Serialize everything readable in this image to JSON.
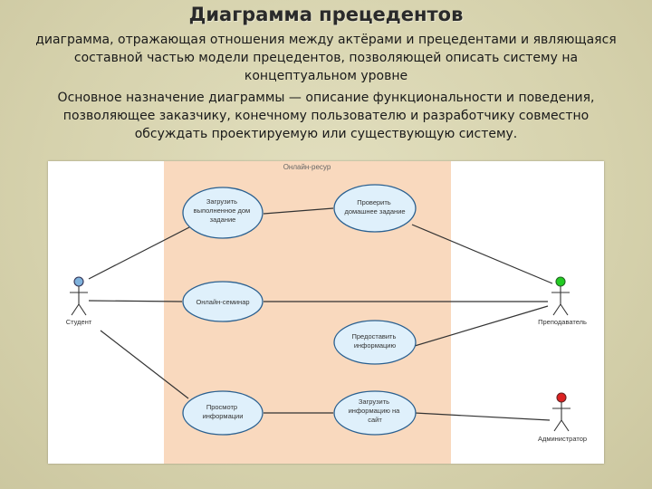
{
  "slide": {
    "title": "Диаграмма прецедентов",
    "definition_lines": [
      "диаграмма, отражающая отношения между актёрами и прецедентами и являющаяся",
      "составной частью модели прецедентов, позволяющей описать систему на",
      "концептуальном уровне"
    ],
    "purpose_lines": [
      "Основное назначение диаграммы — описание функциональности и поведения,",
      "позволяющее заказчику, конечному пользователю и разработчику совместно",
      "обсуждать проектируемую или существующую систему."
    ]
  },
  "diagram": {
    "system_label": "Онлайн-ресур",
    "actors": [
      {
        "id": "student",
        "label": "Студент",
        "head_color": "#7fb2dc"
      },
      {
        "id": "teacher",
        "label": "Преподаватель",
        "head_color": "#22cc22"
      },
      {
        "id": "admin",
        "label": "Администратор",
        "head_color": "#dd2222"
      }
    ],
    "usecases": [
      {
        "id": "upload-hw",
        "lines": [
          "Загрузить",
          "выполненное дом",
          "задание"
        ]
      },
      {
        "id": "check-hw",
        "lines": [
          "Проверить",
          "домашнее задание"
        ]
      },
      {
        "id": "seminar",
        "lines": [
          "Онлайн-семинар"
        ]
      },
      {
        "id": "provide-info",
        "lines": [
          "Предоставить",
          "информацию"
        ]
      },
      {
        "id": "view-info",
        "lines": [
          "Просмотр",
          "информации"
        ]
      },
      {
        "id": "upload-info",
        "lines": [
          "Загрузить",
          "информацию на",
          "сайт"
        ]
      }
    ],
    "colors": {
      "system_fill": "#f9d9be",
      "usecase_fill": "#dff0fb",
      "usecase_stroke": "#2a6090"
    }
  }
}
